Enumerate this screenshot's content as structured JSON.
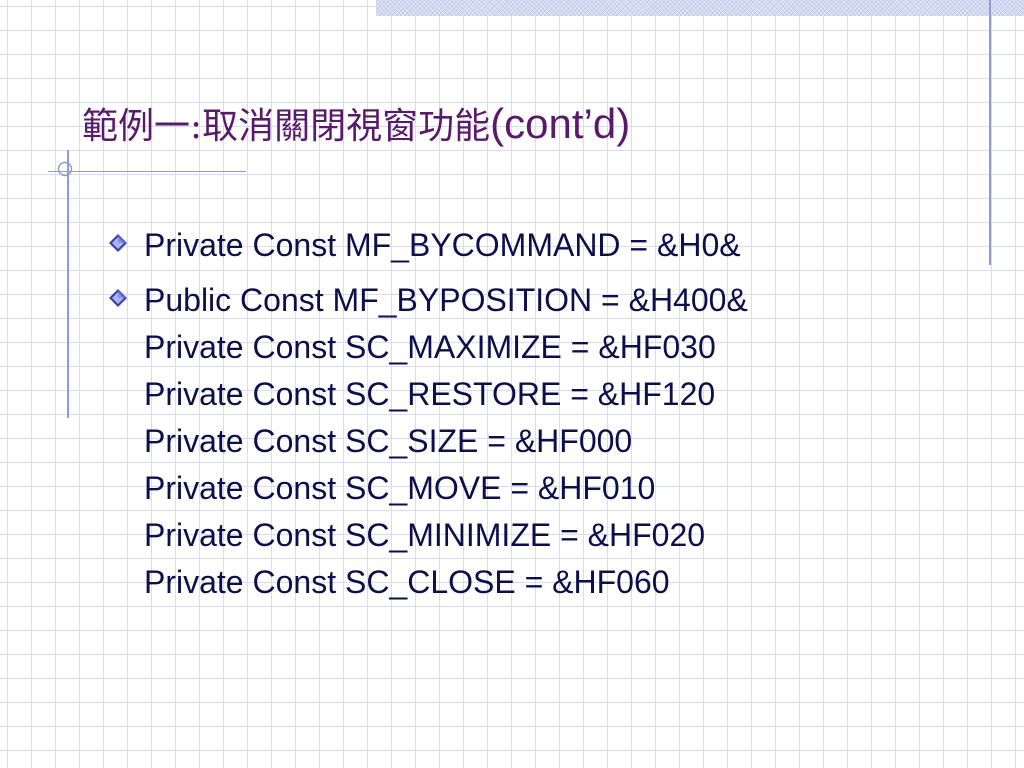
{
  "slide": {
    "title_cjk": "範例一:取消關閉視窗功能",
    "title_suffix": "(cont’d)",
    "bullets": [
      {
        "lines": [
          "Private Const MF_BYCOMMAND = &H0&"
        ]
      },
      {
        "lines": [
          "Public Const MF_BYPOSITION = &H400&",
          "Private Const SC_MAXIMIZE = &HF030",
          "Private Const SC_RESTORE = &HF120",
          "Private Const SC_SIZE = &HF000",
          "Private Const SC_MOVE = &HF010",
          "Private Const SC_MINIMIZE = &HF020",
          "Private Const SC_CLOSE = &HF060"
        ]
      }
    ]
  },
  "theme": {
    "title_color": "#5a1a6b",
    "text_color": "#0c0f4a",
    "grid_color": "#d7dcef",
    "rule_color": "#8e9bd0",
    "bullet_color": "#3b3fa8"
  },
  "icons": {
    "bullet": "diamond-bullet-icon",
    "ornament": "crosshair-ornament-icon"
  }
}
